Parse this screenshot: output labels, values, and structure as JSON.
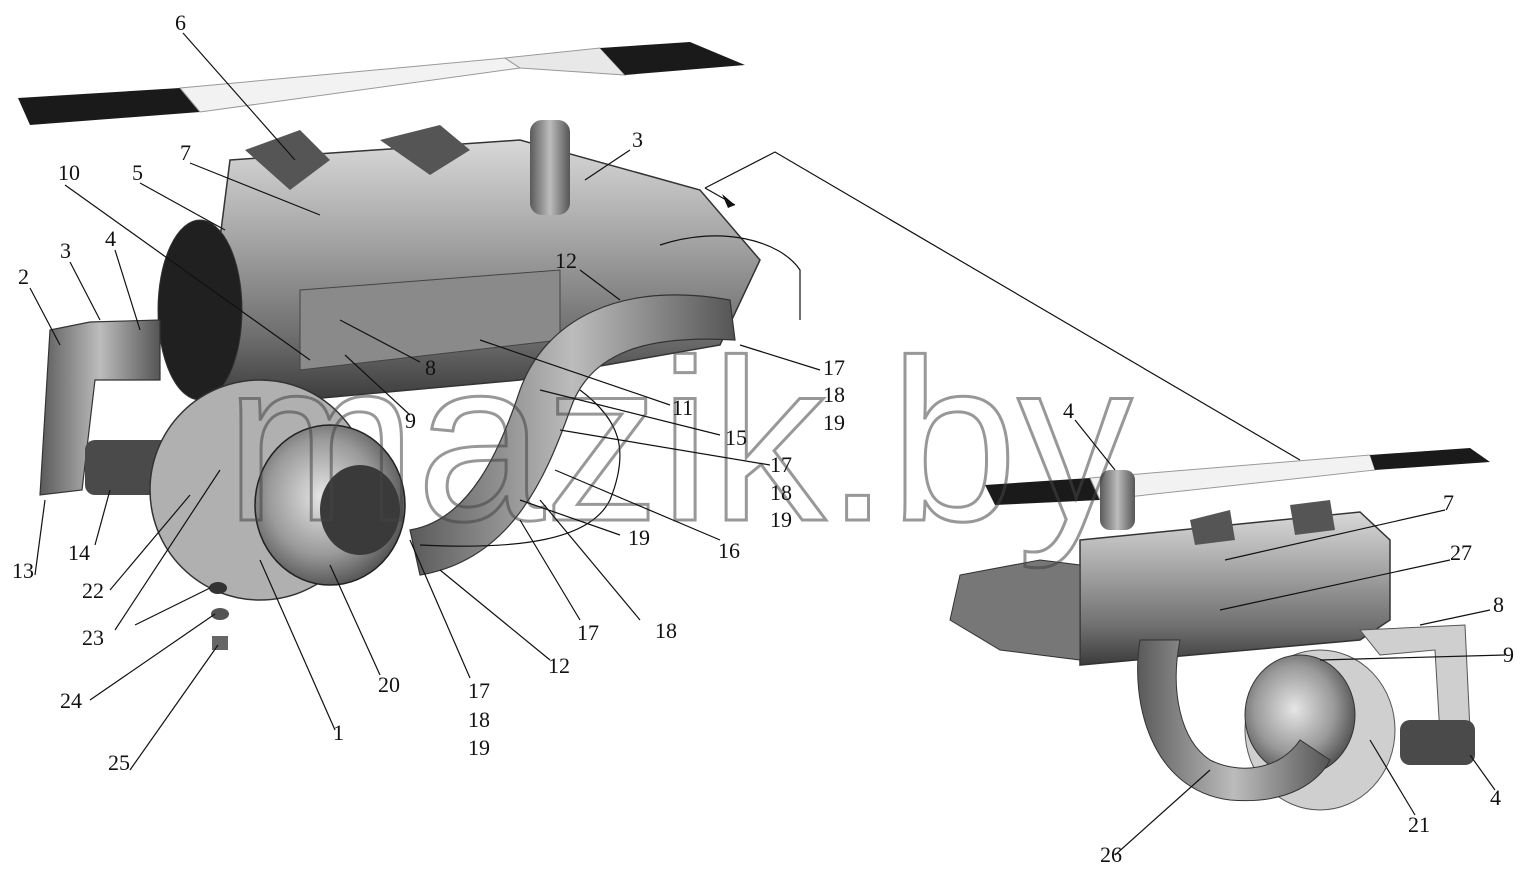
{
  "watermark": "mazik.by",
  "labels": {
    "l1": "1",
    "l2": "2",
    "l3a": "3",
    "l3b": "3",
    "l4a": "4",
    "l4b": "4",
    "l4c": "4",
    "l5": "5",
    "l6": "6",
    "l7a": "7",
    "l7b": "7",
    "l8a": "8",
    "l8b": "8",
    "l9a": "9",
    "l9b": "9",
    "l10": "10",
    "l11": "11",
    "l12a": "12",
    "l12b": "12",
    "l13": "13",
    "l14": "14",
    "l15": "15",
    "l16": "16",
    "l17a": "17",
    "l18a": "18",
    "l19a": "19",
    "l17b": "17",
    "l18b": "18",
    "l19b": "19",
    "l17c": "17",
    "l18c": "18",
    "l19c": "19",
    "l17d": "17",
    "l18d": "18",
    "l20": "20",
    "l21": "21",
    "l22": "22",
    "l23": "23",
    "l24": "24",
    "l25": "25",
    "l26": "26",
    "l27": "27"
  }
}
